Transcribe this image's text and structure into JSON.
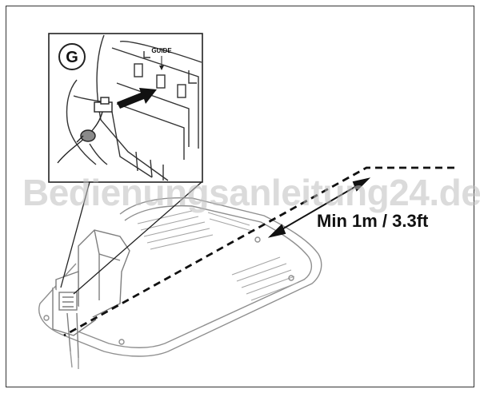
{
  "figure": {
    "inset_label": "G",
    "guide_label": "GUIDE",
    "distance_label": "Min 1m / 3.3ft",
    "watermark": "Bedienungsanleitung24.de"
  },
  "colors": {
    "line": "#222222",
    "light_outline": "#9a9a9a",
    "watermark": "#bebebe"
  }
}
